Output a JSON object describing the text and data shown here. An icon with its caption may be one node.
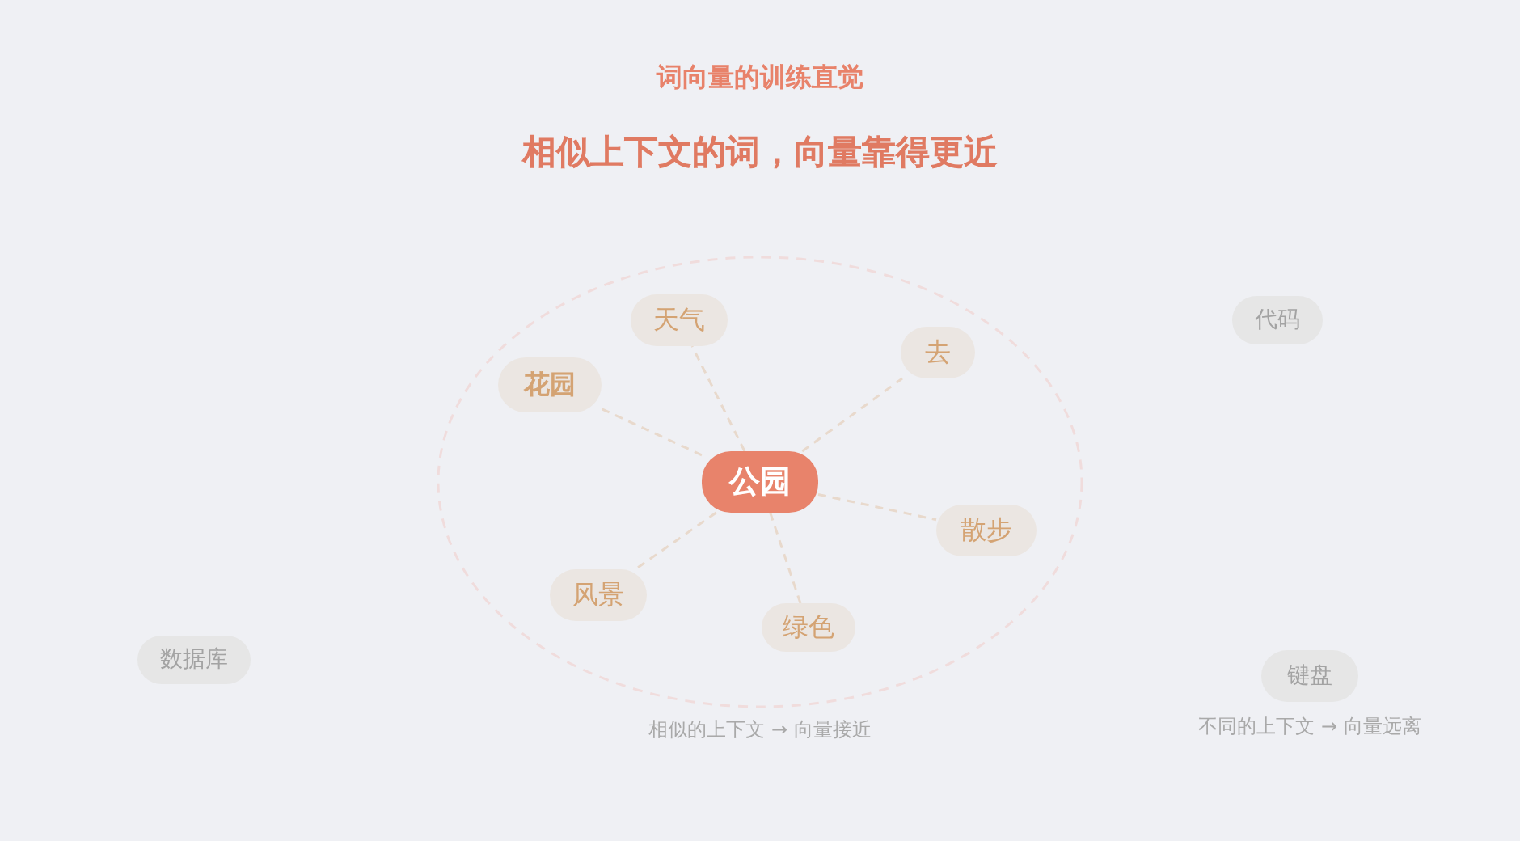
{
  "diagram": {
    "title": "词向量的训练直觉",
    "caption": "相似上下文的词，向量靠得更近",
    "nodes": [
      {
        "text": [],
        "shape": "circle",
        "beside": [
          "相似的上下文 → 向量接近"
        ]
      },
      {
        "text": [
          "公园"
        ],
        "in": 0
      },
      {
        "text": [
          "天气"
        ],
        "in": 0
      },
      {
        "text": [
          "花园"
        ],
        "in": 0
      },
      {
        "text": [
          "去"
        ],
        "in": 0
      },
      {
        "text": [
          "散步"
        ],
        "in": 0
      },
      {
        "text": [
          "风景"
        ],
        "in": 0
      },
      {
        "text": [
          "绿色"
        ],
        "in": 0
      },
      {
        "text": [
          "代码"
        ]
      },
      {
        "text": [
          "数据库"
        ]
      },
      {
        "text": [
          "键盘"
        ],
        "beside": [
          "不同的上下文 → 向量远离"
        ]
      }
    ],
    "edges": [
      {
        "from": 1,
        "to": 2,
        "arrow": "none",
        "style": "dashed"
      },
      {
        "from": 1,
        "to": 3,
        "arrow": "none",
        "style": "dashed"
      },
      {
        "from": 1,
        "to": 4,
        "arrow": "none",
        "style": "dashed"
      },
      {
        "from": 1,
        "to": 5,
        "arrow": "none",
        "style": "dashed"
      },
      {
        "from": 1,
        "to": 6,
        "arrow": "none",
        "style": "dashed"
      },
      {
        "from": 1,
        "to": 7,
        "arrow": "none",
        "style": "dashed"
      }
    ]
  }
}
